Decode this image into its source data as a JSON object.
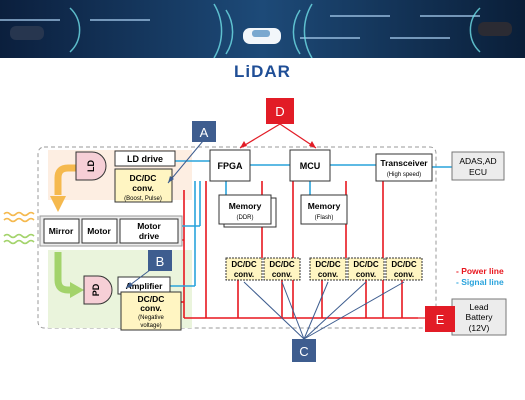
{
  "title": "LiDAR",
  "blocks": {
    "ld": "LD",
    "ld_drive": "LD drive",
    "dcdc_ld_title": "DC/DC",
    "dcdc_ld_conv": "conv.",
    "dcdc_ld_sub": "(Boost, Pulse)",
    "fpga": "FPGA",
    "mcu": "MCU",
    "transceiver": "Transceiver",
    "transceiver_sub": "(High speed)",
    "adas": "ADAS,AD",
    "ecu": "ECU",
    "memory": "Memory",
    "ddr": "(DDR)",
    "flash": "(Flash)",
    "mirror": "Mirror",
    "motor": "Motor",
    "motor_drive_1": "Motor",
    "motor_drive_2": "drive",
    "pd": "PD",
    "amplifier": "Amplifier",
    "dcdc_amp_title": "DC/DC",
    "dcdc_amp_conv": "conv.",
    "dcdc_amp_sub1": "(Negative",
    "dcdc_amp_sub2": "voltage)",
    "dcdc_small_1": "DC/DC",
    "dcdc_small_2": "conv.",
    "battery_1": "Lead",
    "battery_2": "Battery",
    "battery_3": "(12V)"
  },
  "callouts": {
    "a": "A",
    "b": "B",
    "c": "C",
    "d": "D",
    "e": "E"
  },
  "legend": {
    "power": "- Power line",
    "signal": "- Signal line"
  },
  "colors": {
    "power": "#e8171f",
    "signal": "#29a3dc",
    "callout_blue": "#3e5d8f",
    "callout_red": "#e21c26",
    "dcdc_fill": "#fff5c2",
    "pink": "#f6cfd6",
    "title": "#1f4e96"
  }
}
